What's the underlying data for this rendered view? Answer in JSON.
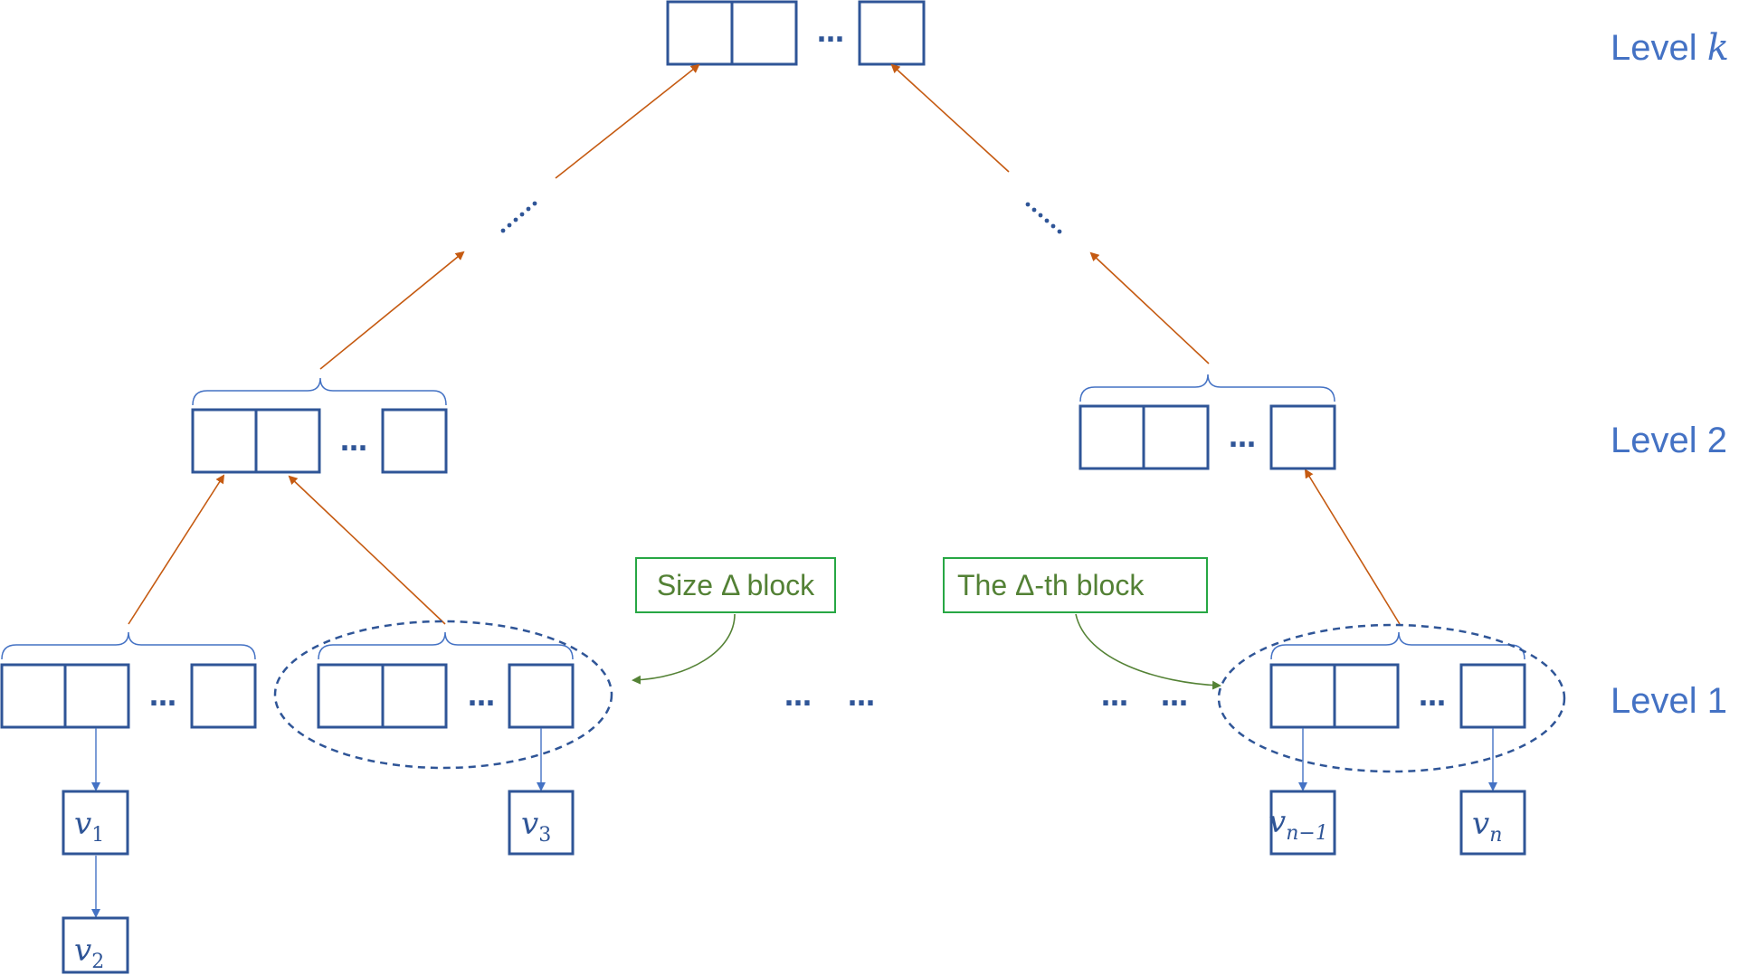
{
  "levels": {
    "k_prefix": "Level ",
    "k_var": "k",
    "two": "Level 2",
    "one": "Level 1"
  },
  "callouts": {
    "size_block": "Size Δ block",
    "delta_th_block": "The Δ-th block"
  },
  "ellipsis": "…",
  "vertices": {
    "v1": {
      "base": "v",
      "sub": "1"
    },
    "v2": {
      "base": "v",
      "sub": "2"
    },
    "v3": {
      "base": "v",
      "sub": "3"
    },
    "vn1": {
      "base": "v",
      "sub": "n−1"
    },
    "vn": {
      "base": "v",
      "sub": "n"
    }
  },
  "colors": {
    "block_stroke": "#2f5597",
    "brace": "#4472c4",
    "up_arrow": "#c55a11",
    "down_arrow": "#4472c4",
    "callout": "#70ad47",
    "callout_text": "#538135",
    "label": "#4472c4"
  }
}
